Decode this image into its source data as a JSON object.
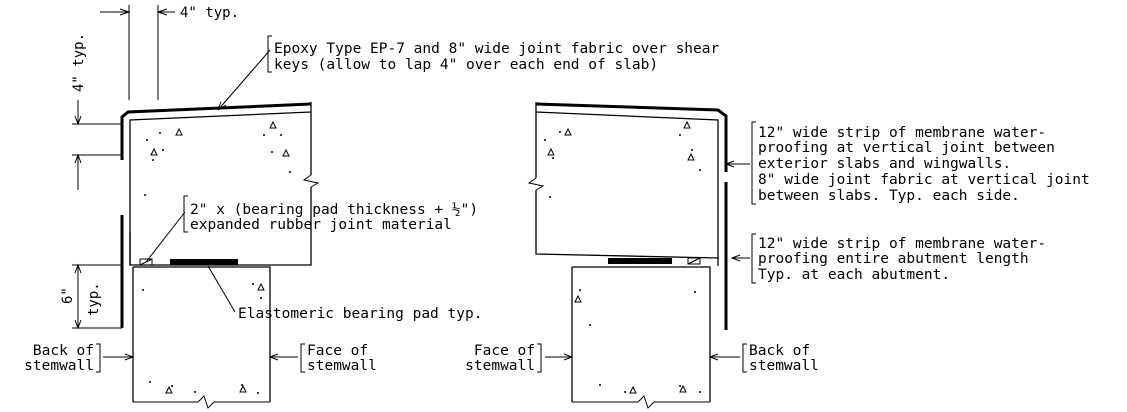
{
  "dimensions": {
    "top_typ": "4\" typ.",
    "left_vertical": "4\" typ.",
    "pad_height": "6\"",
    "pad_height_typ": "typ."
  },
  "notes": {
    "epoxy_line1": "Epoxy Type EP-7 and 8\" wide joint fabric over shear",
    "epoxy_line2": "keys (allow to lap 4\" over each end of slab)",
    "rubber_line1": "2\" x (bearing pad thickness + ½\")",
    "rubber_line2": "expanded rubber joint material",
    "bearing_pad": "Elastomeric bearing pad typ.",
    "membrane_vertical_line1": "12\" wide strip of membrane water-",
    "membrane_vertical_line2": "proofing at vertical joint between",
    "membrane_vertical_line3": "exterior slabs and wingwalls.",
    "membrane_vertical_line4": "8\" wide joint fabric at vertical joint",
    "membrane_vertical_line5": "between slabs.  Typ. each side.",
    "membrane_abut_line1": "12\" wide strip of membrane water-",
    "membrane_abut_line2": "proofing entire abutment length",
    "membrane_abut_line3": "Typ. at each abutment.",
    "left_back_line1": "Back of",
    "left_back_line2": "stemwall",
    "left_face_line1": "Face of",
    "left_face_line2": "stemwall",
    "right_face_line1": "Face of",
    "right_face_line2": "stemwall",
    "right_back_line1": "Back of",
    "right_back_line2": "stemwall"
  }
}
